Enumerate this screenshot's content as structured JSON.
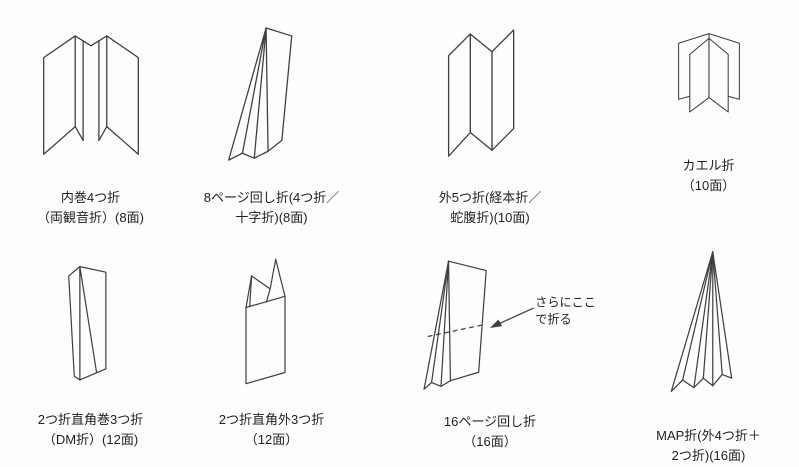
{
  "page": {
    "background": "#fdfdfb",
    "stroke_color": "#3f3f3f",
    "description": "紙の折り方の種類（折加工図）"
  },
  "figures": [
    {
      "name": "uchimaki-4-fold",
      "label_line1": "内巻4つ折",
      "label_line2": "（両観音折）(8面)"
    },
    {
      "name": "8page-mawashi-fold",
      "label_line1": "8ページ回し折(4つ折／",
      "label_line2": "十字折)(8面)"
    },
    {
      "name": "soto-5-fold",
      "label_line1": "外5つ折(経本折／",
      "label_line2": "蛇腹折)(10面)"
    },
    {
      "name": "kaeru-fold",
      "label_line1": "カエル折",
      "label_line2": "（10面）"
    },
    {
      "name": "dm-fold",
      "label_line1": "2つ折直角巻3つ折",
      "label_line2": "（DM折）(12面)"
    },
    {
      "name": "soto-3-fold",
      "label_line1": "2つ折直角外3つ折",
      "label_line2": "（12面）"
    },
    {
      "name": "16page-mawashi-fold",
      "label_line1": "16ページ回し折",
      "label_line2": "（16面）",
      "annotation_line1": "さらにここ",
      "annotation_line2": "で折る"
    },
    {
      "name": "map-fold",
      "label_line1": "MAP折(外4つ折＋",
      "label_line2": "2つ折)(16面)"
    }
  ]
}
